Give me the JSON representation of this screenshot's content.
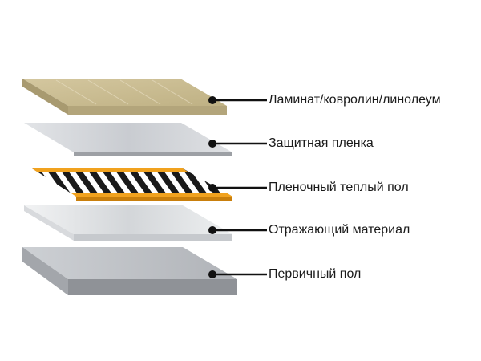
{
  "layers": [
    {
      "id": "laminate",
      "label": "Ламинат/ковролин/линолеум"
    },
    {
      "id": "film",
      "label": "Защитная пленка"
    },
    {
      "id": "heating",
      "label": "Пленочный теплый пол"
    },
    {
      "id": "reflector",
      "label": "Отражающий материал"
    },
    {
      "id": "subfloor",
      "label": "Первичный пол"
    }
  ],
  "colors": {
    "laminate_top": "#c9bb90",
    "laminate_side": "#b5a67c",
    "film_top": "#d6d8dc",
    "heating_stripe_dark": "#1a1a1a",
    "heating_edge": "#f1a21e",
    "reflector_top": "#e6e8ea",
    "subfloor_top": "#bfc2c6",
    "subfloor_side": "#8d9095",
    "leader_line": "#111111"
  }
}
